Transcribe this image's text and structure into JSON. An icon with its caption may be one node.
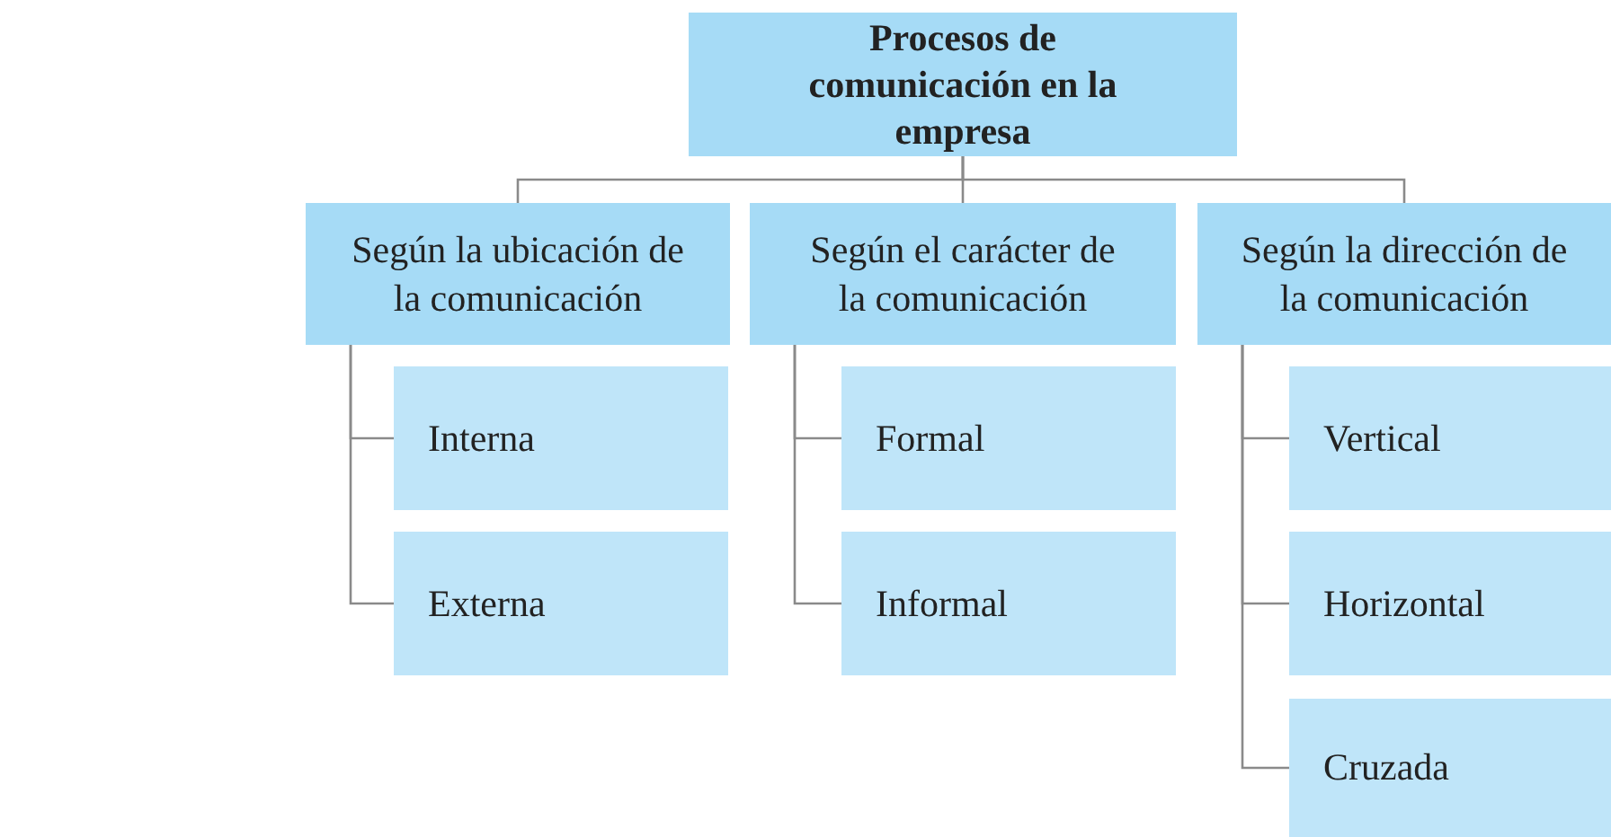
{
  "diagram": {
    "nodes": [
      {
        "text": [
          "Procesos de comunicación en la empresa"
        ]
      },
      {
        "text": [
          "Según la ubicación de la comunicación"
        ]
      },
      {
        "text": [
          "Según el carácter de la comunicación"
        ]
      },
      {
        "text": [
          "Según la dirección de la comunicación"
        ]
      },
      {
        "text": [
          "Interna"
        ]
      },
      {
        "text": [
          "Externa"
        ]
      },
      {
        "text": [
          "Formal"
        ]
      },
      {
        "text": [
          "Informal"
        ]
      },
      {
        "text": [
          "Vertical"
        ]
      },
      {
        "text": [
          "Horizontal"
        ]
      },
      {
        "text": [
          "Cruzada"
        ]
      }
    ],
    "edges": [
      {
        "from": 0,
        "to": 1,
        "arrow": "none"
      },
      {
        "from": 0,
        "to": 2,
        "arrow": "none"
      },
      {
        "from": 0,
        "to": 3,
        "arrow": "none"
      },
      {
        "from": 1,
        "to": 4,
        "arrow": "none"
      },
      {
        "from": 1,
        "to": 5,
        "arrow": "none"
      },
      {
        "from": 2,
        "to": 6,
        "arrow": "none"
      },
      {
        "from": 2,
        "to": 7,
        "arrow": "none"
      },
      {
        "from": 3,
        "to": 8,
        "arrow": "none"
      },
      {
        "from": 3,
        "to": 9,
        "arrow": "none"
      },
      {
        "from": 3,
        "to": 10,
        "arrow": "none"
      }
    ]
  }
}
